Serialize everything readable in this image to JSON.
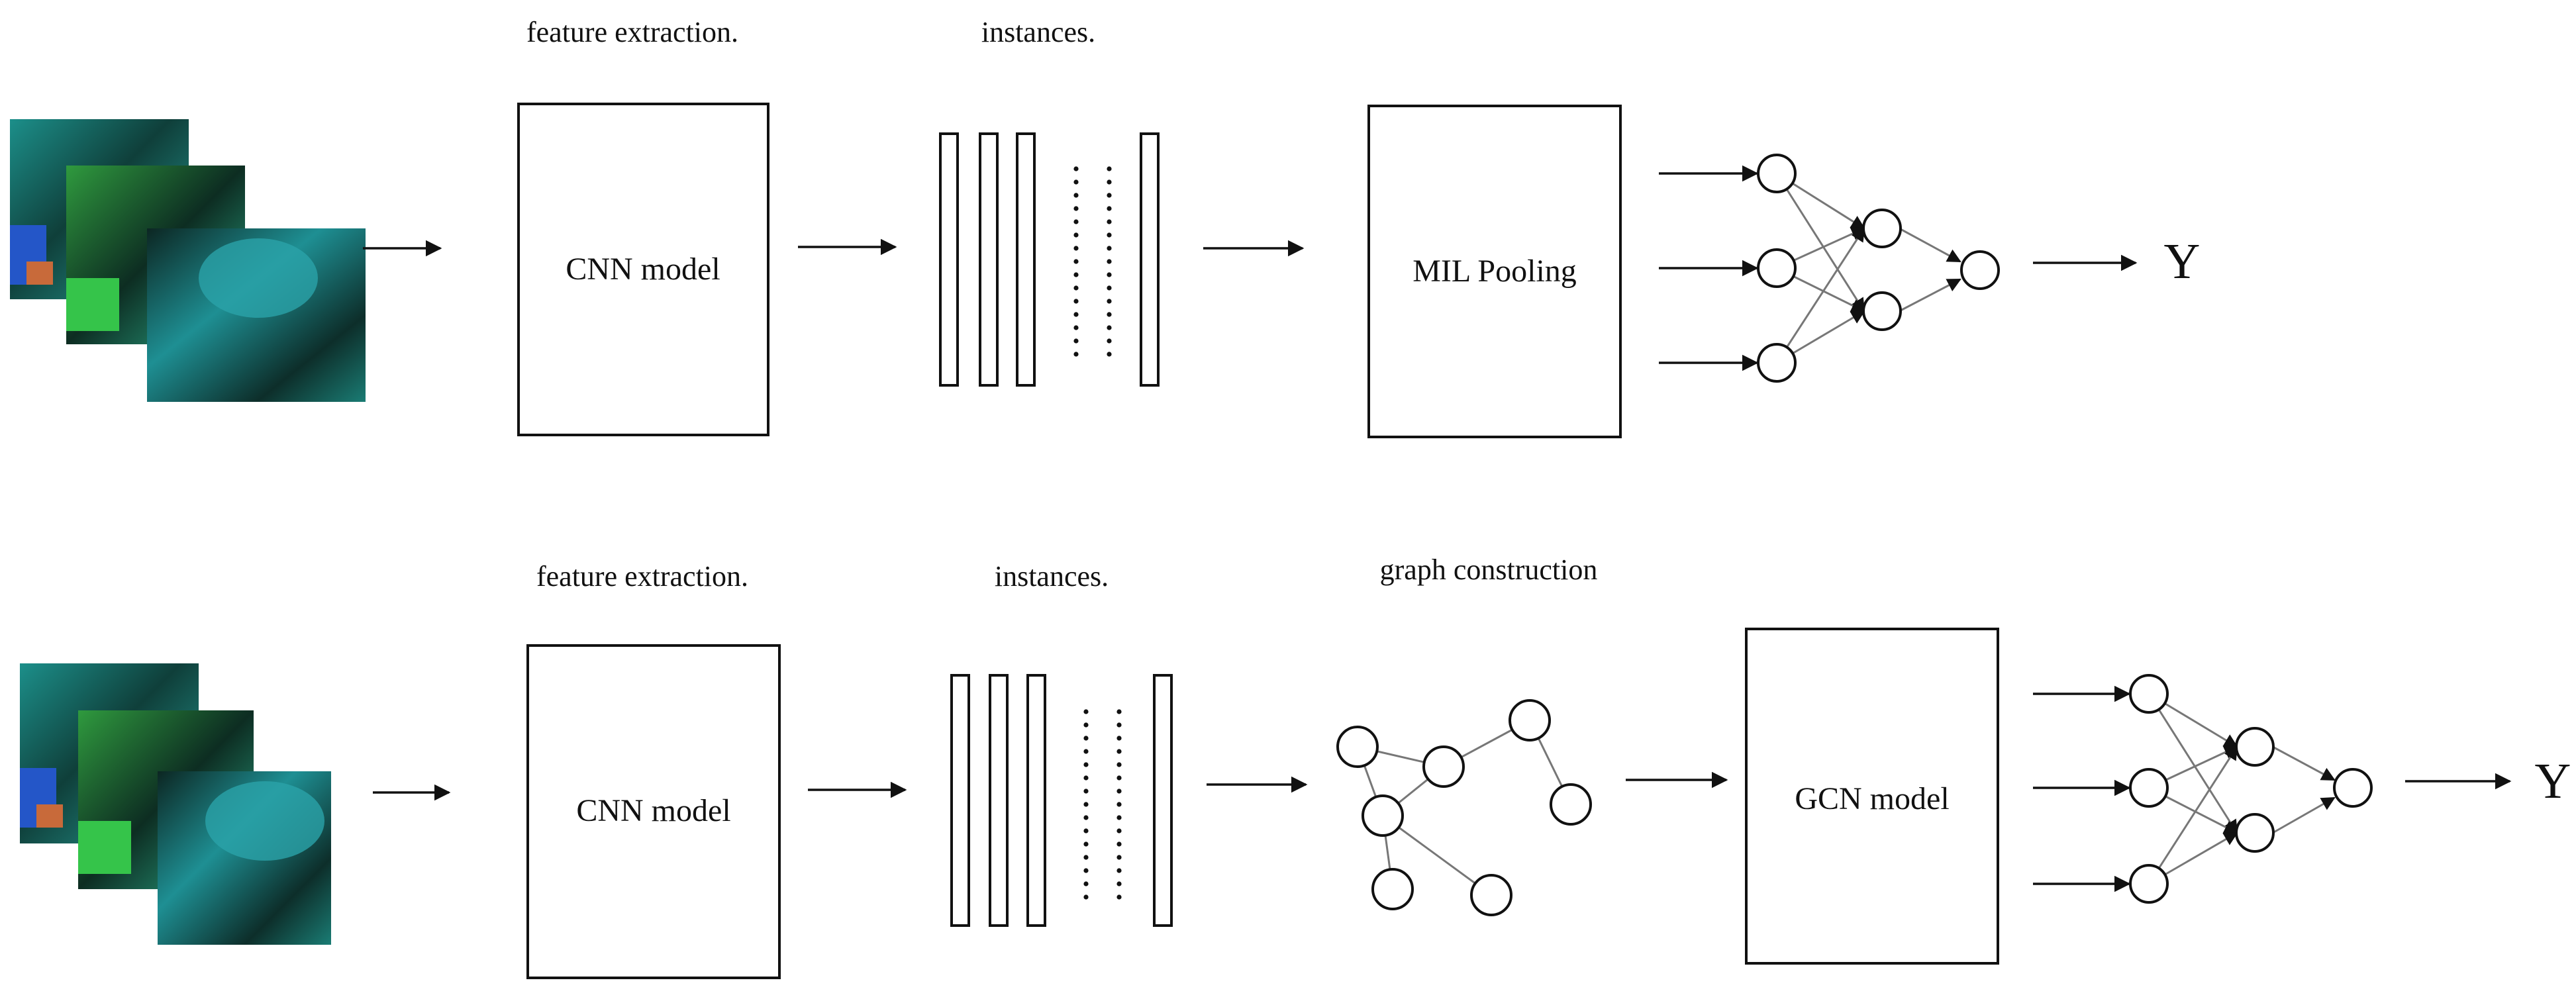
{
  "top_row": {
    "feature_label": "feature extraction.",
    "instances_label": "instances.",
    "cnn_label": "CNN model",
    "pool_label": "MIL Pooling",
    "output_label": "Y"
  },
  "bottom_row": {
    "feature_label": "feature extraction.",
    "instances_label": "instances.",
    "graph_label": "graph construction",
    "cnn_label": "CNN model",
    "gcn_label": "GCN model",
    "output_label": "Y"
  },
  "colors": {
    "line": "#111111",
    "edge": "#777777",
    "tissue_dark": "#0b2a26",
    "tissue_teal": "#1fa39a",
    "tissue_green": "#35c44a",
    "tissue_blue": "#2456c8"
  }
}
